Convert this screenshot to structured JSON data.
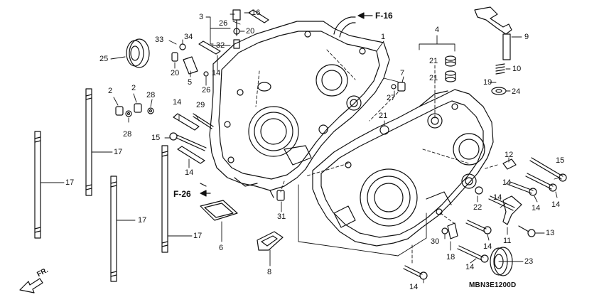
{
  "diagram": {
    "catalog_code": "MBN3E1200D",
    "direction_label": "FR.",
    "references": [
      "F-16",
      "F-26"
    ],
    "callouts": [
      "1",
      "2",
      "2",
      "3",
      "4",
      "5",
      "6",
      "7",
      "8",
      "9",
      "10",
      "11",
      "12",
      "13",
      "14",
      "14",
      "14",
      "14",
      "14",
      "14",
      "14",
      "14",
      "14",
      "14",
      "15",
      "15",
      "16",
      "17",
      "17",
      "17",
      "17",
      "18",
      "19",
      "20",
      "20",
      "21",
      "21",
      "21",
      "22",
      "23",
      "24",
      "25",
      "26",
      "26",
      "27",
      "28",
      "28",
      "29",
      "30",
      "31",
      "32",
      "33",
      "34"
    ]
  },
  "colors": {
    "line": "#111111",
    "background": "#ffffff"
  }
}
